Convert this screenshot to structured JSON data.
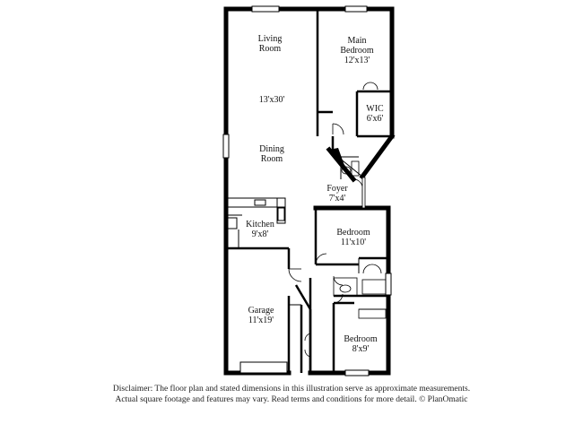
{
  "rooms": {
    "living": {
      "name": "Living\nRoom",
      "dim": "13'x30'"
    },
    "main_bedroom": {
      "name": "Main\nBedroom",
      "dim": "12'x13'"
    },
    "wic": {
      "name": "WIC",
      "dim": "6'x6'"
    },
    "dining": {
      "name": "Dining\nRoom"
    },
    "foyer": {
      "name": "Foyer",
      "dim": "7'x4'"
    },
    "kitchen": {
      "name": "Kitchen",
      "dim": "9'x8'"
    },
    "bedroom_2": {
      "name": "Bedroom",
      "dim": "11'x10'"
    },
    "garage": {
      "name": "Garage",
      "dim": "11'x19'"
    },
    "bedroom_3": {
      "name": "Bedroom",
      "dim": "8'x9'"
    }
  },
  "disclaimer": {
    "line1": "Disclaimer: The floor plan and stated dimensions in this illustration serve as approximate measurements.",
    "line2": "Actual square footage and features may vary. Read terms and conditions for more detail. © PlanOmatic"
  }
}
